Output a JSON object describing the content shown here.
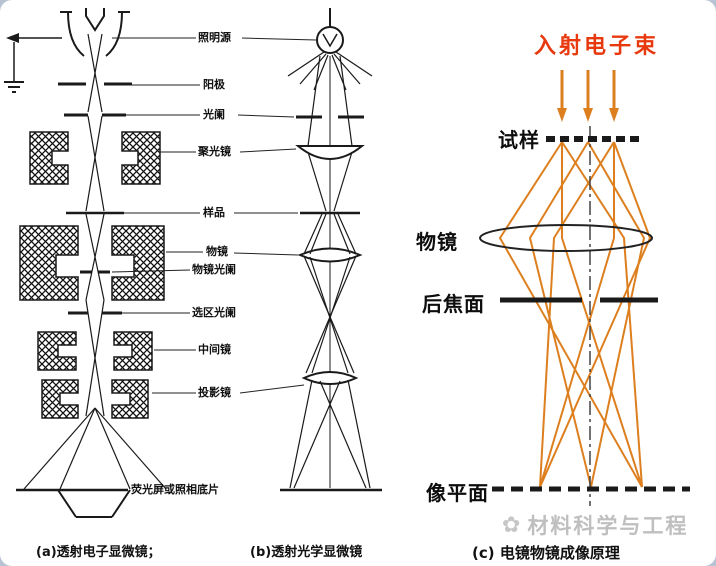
{
  "labels": {
    "illumination_source": "照明源",
    "anode": "阳极",
    "aperture": "光阑",
    "condenser_lens": "聚光镜",
    "specimen": "样品",
    "objective_lens": "物镜",
    "objective_aperture": "物镜光阑",
    "selected_area_aperture": "选区光阑",
    "intermediate_lens": "中间镜",
    "projection_lens": "投影镜",
    "screen": "荧光屏或照相底片"
  },
  "captions": {
    "a": "(a)透射电子显微镜；",
    "b": "(b)透射光学显微镜",
    "c": "(c) 电镜物镜成像原理"
  },
  "panel_c": {
    "incident_beam": "入射电子束",
    "specimen": "试样",
    "objective": "物镜",
    "back_focal_plane": "后焦面",
    "image_plane": "像平面",
    "watermark": "材料科学与工程",
    "watermark_icon": "✿"
  },
  "colors": {
    "ray_orange": "#DD7F1E",
    "beam_red": "#E8390E",
    "watermark_gray": "#BFBFBF"
  }
}
